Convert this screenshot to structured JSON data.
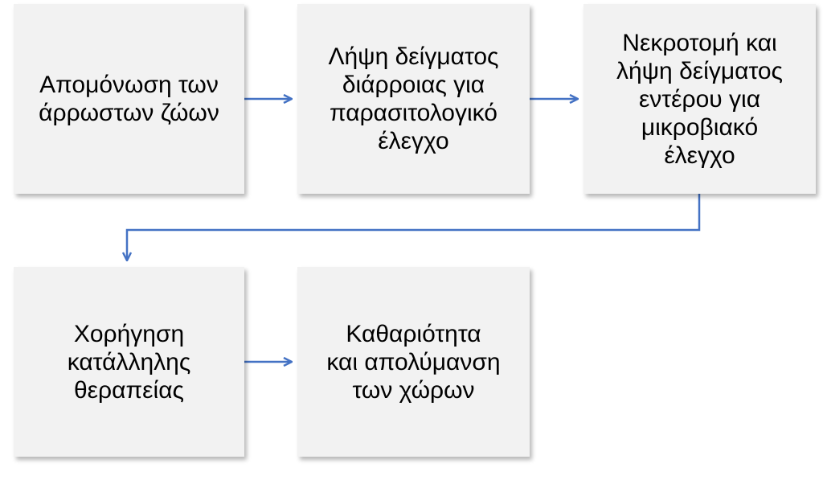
{
  "diagram": {
    "steps": [
      {
        "id": "isolation",
        "label": "Απομόνωση των\nάρρωστων ζώων"
      },
      {
        "id": "diarrhea-sample",
        "label": "Λήψη δείγματος\nδιάρροιας για\nπαρασιτολογικό\nέλεγχο"
      },
      {
        "id": "necropsy",
        "label": "Νεκροτομή και\nλήψη δείγματος\nεντέρου για\nμικροβιακό\nέλεγχο"
      },
      {
        "id": "treatment",
        "label": "Χορήγηση\nκατάλληλης\nθεραπείας"
      },
      {
        "id": "disinfection",
        "label": "Καθαριότητα\nκαι απολύμανση\nτων χώρων"
      }
    ],
    "colors": {
      "box_fill": "#f2f2f2",
      "text": "#000000",
      "arrow": "#4472c4"
    }
  }
}
